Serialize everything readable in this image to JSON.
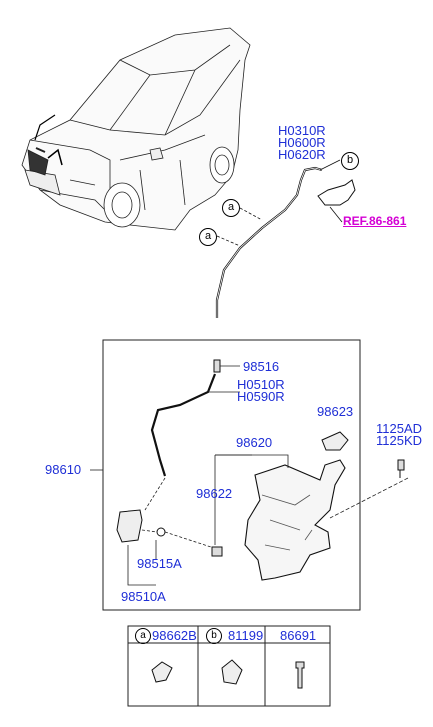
{
  "ref_label": "REF.86-861",
  "callouts": {
    "a1": "a",
    "a2": "a",
    "b": "b"
  },
  "labels": {
    "hose_top": [
      "H0310R",
      "H0600R",
      "H0620R"
    ],
    "nozzle": "98516",
    "hose_mid": [
      "H0510R",
      "H0590R"
    ],
    "cap": "98623",
    "reservoir": "98620",
    "reservoir_part": "98622",
    "assembly": "98610",
    "bolt": [
      "1125AD",
      "1125KD"
    ],
    "grommet": "98515A",
    "pump": "98510A"
  },
  "parts_table": [
    {
      "tag": "a",
      "part": "98662B"
    },
    {
      "tag": "b",
      "part": "81199"
    },
    {
      "tag": "",
      "part": "86691"
    }
  ]
}
